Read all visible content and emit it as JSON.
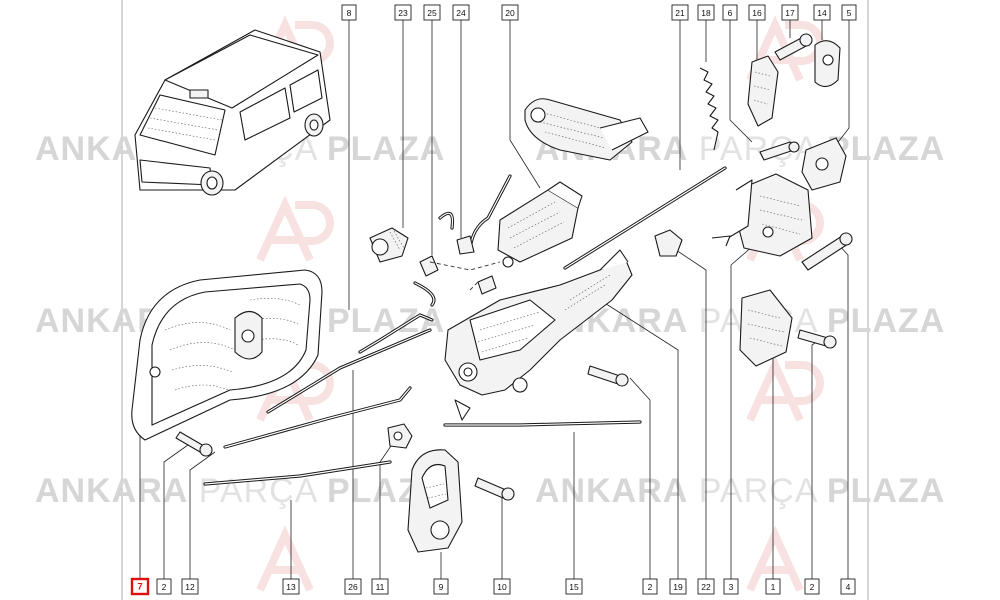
{
  "watermark": {
    "brand_bold_1": "ANKARA",
    "brand_light": "PARÇA",
    "brand_bold_2": "PLAZA"
  },
  "colors": {
    "highlight": "#e01010",
    "watermark_logo": "#f2c9c9",
    "ink": "#1a1a1a"
  },
  "callouts": {
    "top": [
      {
        "label": "8"
      },
      {
        "label": "23"
      },
      {
        "label": "25"
      },
      {
        "label": "24"
      },
      {
        "label": "20"
      },
      {
        "label": "21"
      },
      {
        "label": "18"
      },
      {
        "label": "6"
      },
      {
        "label": "16"
      },
      {
        "label": "17"
      },
      {
        "label": "14"
      },
      {
        "label": "5"
      }
    ],
    "bottom": [
      {
        "label": "7",
        "highlighted": true
      },
      {
        "label": "2"
      },
      {
        "label": "12"
      },
      {
        "label": "13"
      },
      {
        "label": "26"
      },
      {
        "label": "11"
      },
      {
        "label": "9"
      },
      {
        "label": "10"
      },
      {
        "label": "15"
      },
      {
        "label": "2"
      },
      {
        "label": "19"
      },
      {
        "label": "22"
      },
      {
        "label": "3"
      },
      {
        "label": "1"
      },
      {
        "label": "2"
      },
      {
        "label": "4"
      }
    ]
  }
}
